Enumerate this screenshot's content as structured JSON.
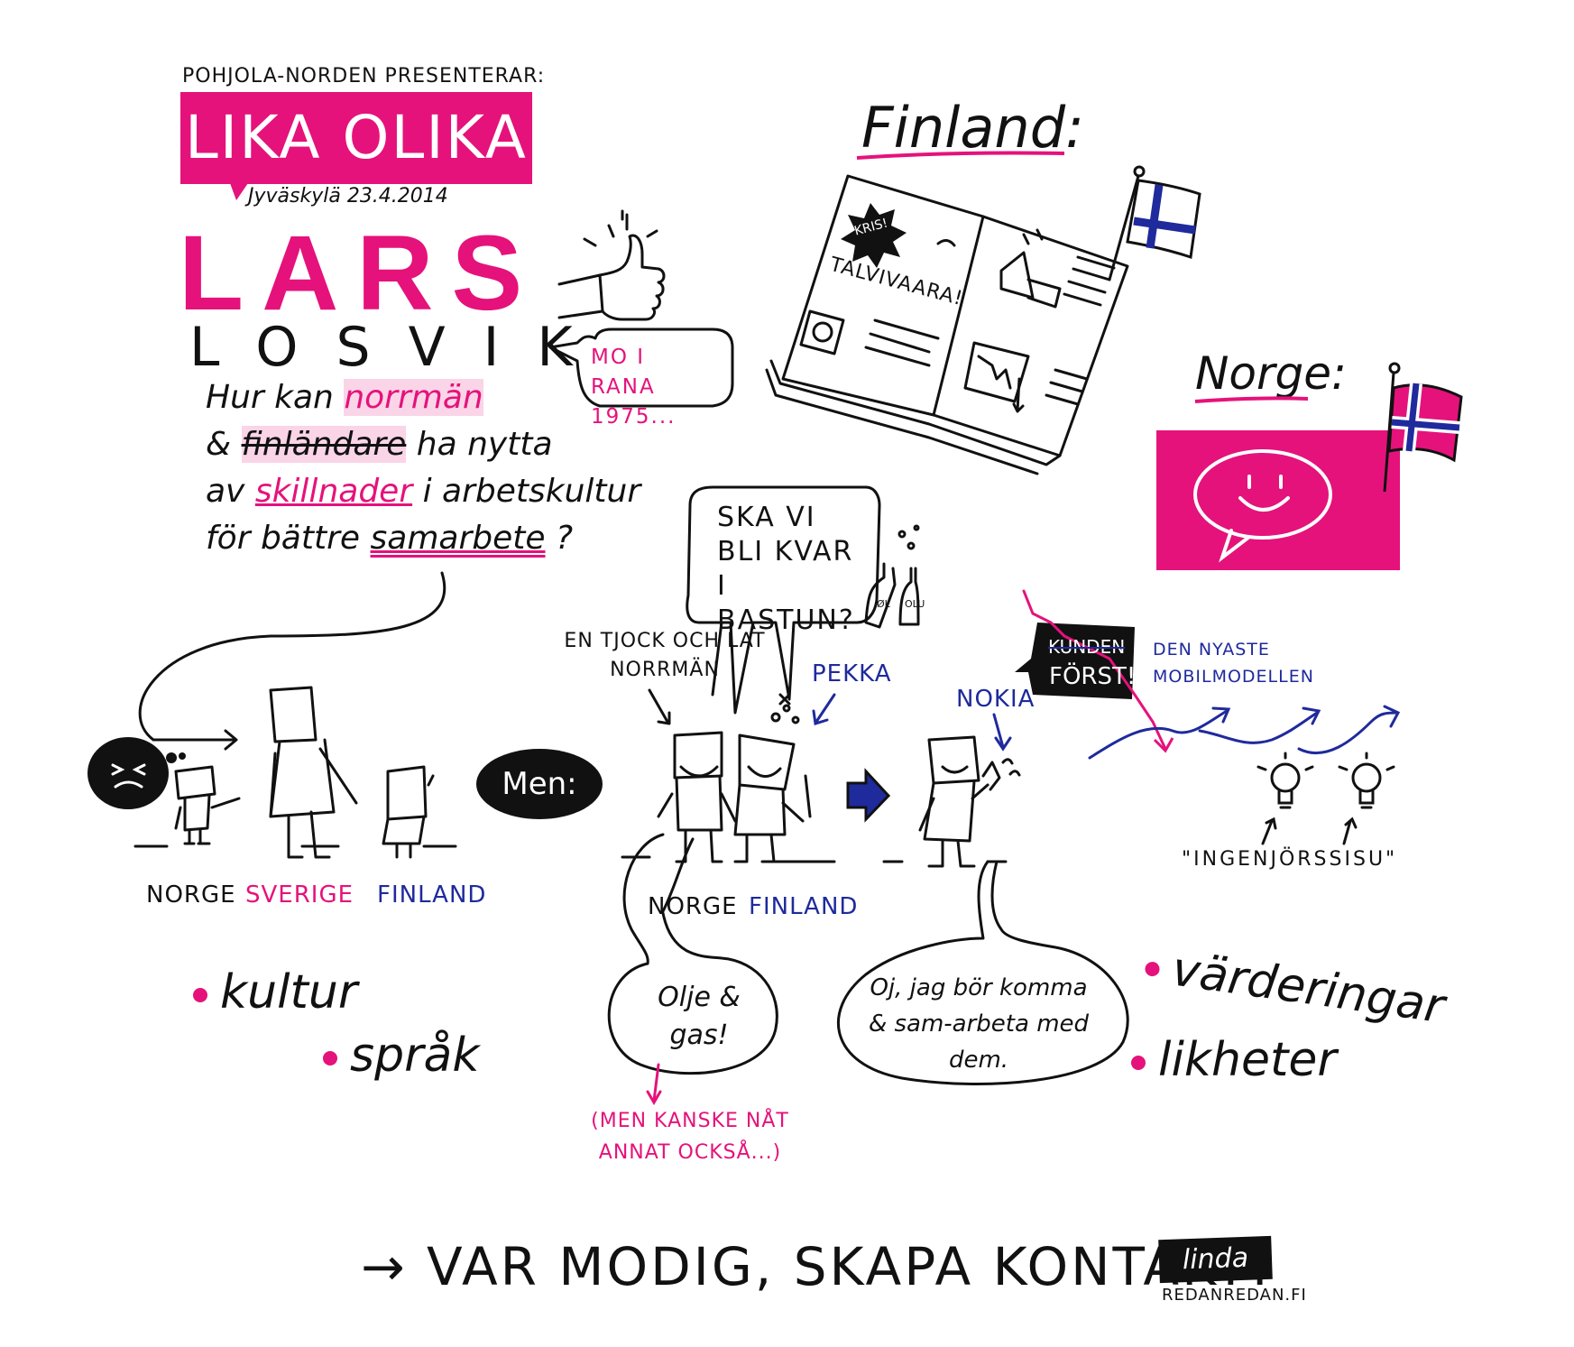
{
  "header": {
    "presenter": "POHJOLA-NORDEN PRESENTERAR:",
    "title": "LIKA OLIKA",
    "place_date": "Jyväskylä 23.4.2014",
    "speaker_first": "LARS",
    "speaker_last": "LOSVIK",
    "speaker_bubble": "MO I RANA 1975..."
  },
  "question": {
    "line1_a": "Hur kan",
    "line1_b": "norrmän",
    "line2_a": "&",
    "line2_b": "finländare",
    "line2_c": "ha nytta",
    "line3_a": "av",
    "line3_b": "skillnader",
    "line3_c": "i arbetskultur",
    "line4_a": "för bättre",
    "line4_b": "samarbete",
    "line4_c": "?"
  },
  "finland": {
    "label": "Finland:",
    "kris": "KRIS!",
    "talvivaara": "TALVIVAARA!"
  },
  "norge": {
    "label": "Norge:"
  },
  "countries_left": {
    "norge": "NORGE",
    "sverige": "SVERIGE",
    "finland": "FINLAND"
  },
  "men": "Men:",
  "sauna": {
    "bubble": "SKA VI BLI KVAR I BASTUN?",
    "bottle1": "ØL",
    "bottle2": "OLU",
    "tjock": "EN TJOCK OCH LAT NORRMÄN",
    "pekka": "PEKKA",
    "norge": "NORGE",
    "finland": "FINLAND"
  },
  "nokia": {
    "label": "NOKIA",
    "kunden": "KUNDEN",
    "forst": "FÖRST!",
    "nyaste": "DEN NYASTE MOBILMODELLEN",
    "sisu": "\"INGENJÖRSSISU\""
  },
  "bubbles": {
    "olje": "Olje & gas!",
    "men_kanske": "(MEN KANSKE NÅT ANNAT OCKSÅ...)",
    "oj": "Oj, jag bör komma & sam-arbeta med dem."
  },
  "bullets_left": [
    "kultur",
    "språk"
  ],
  "bullets_right": [
    "värderingar",
    "likheter"
  ],
  "footer": {
    "cta": "→ VAR MODIG, SKAPA KONTAKT!",
    "signature": "linda",
    "site": "REDANREDAN.FI"
  },
  "colors": {
    "magenta": "#e5127b",
    "blue": "#1f2a9c",
    "ink": "#111111"
  }
}
